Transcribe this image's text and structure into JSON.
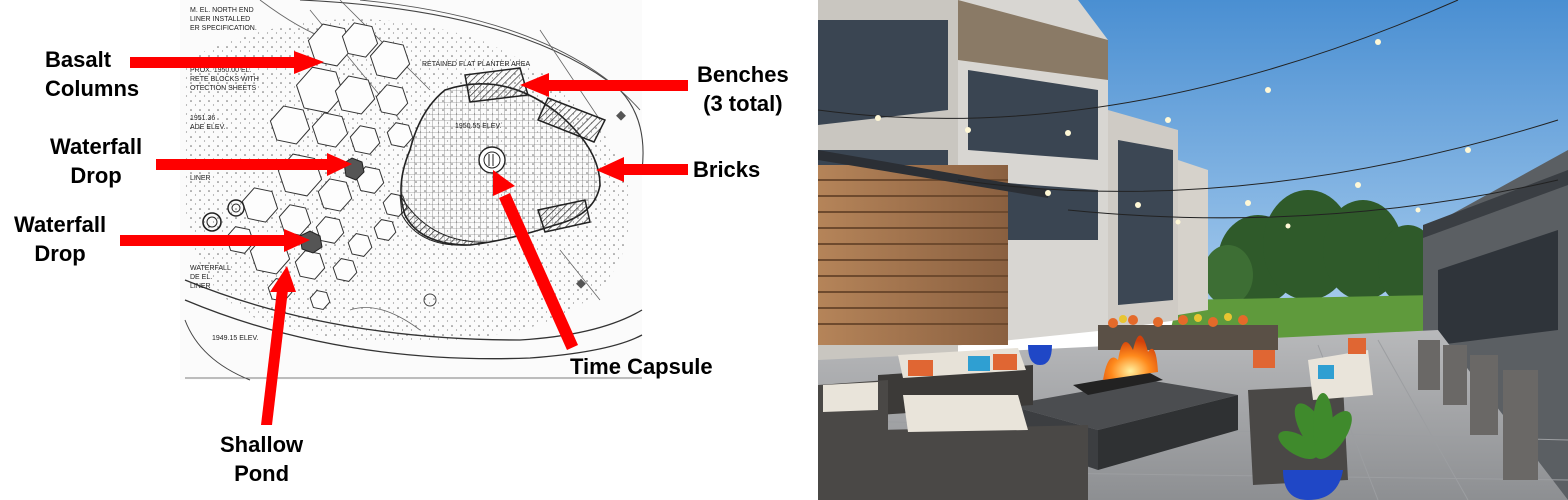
{
  "site_plan": {
    "callouts": {
      "basalt_columns": [
        "Basalt",
        "Columns"
      ],
      "waterfall_drop_1": [
        "Waterfall",
        "Drop"
      ],
      "waterfall_drop_2": [
        "Waterfall",
        "Drop"
      ],
      "shallow_pond": [
        "Shallow",
        "Pond"
      ],
      "benches": [
        "Benches",
        "(3 total)"
      ],
      "bricks": "Bricks",
      "time_capsule": "Time Capsule"
    },
    "arrow_color": "#ff0000",
    "drawing_notes": [
      "M. EL. NORTH END",
      "LINER INSTALLED",
      "ER SPECIFICATION.",
      "RETAINED FLAT PLANTER AREA",
      "PROX. 1950.00 EL.",
      "RETE BLOCKS WITH",
      "OTECTION SHEETS",
      "1951.36",
      "ADE ELEV.",
      "1950.55 ELEV.",
      "LINER",
      "WATERFALL",
      "DE EL.",
      "LINER",
      "1949.15 ELEV."
    ]
  },
  "rendering": {
    "sky_color": "#5b9bd8",
    "fire_color": "#ff8a1c"
  }
}
